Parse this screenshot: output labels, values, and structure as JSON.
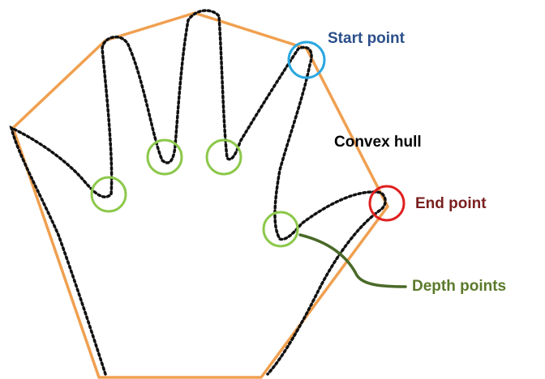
{
  "labels": {
    "start_point": "Start point",
    "convex_hull": "Convex hull",
    "end_point": "End point",
    "depth_points": "Depth points"
  },
  "colors": {
    "hull": "#f0a050",
    "contour": "#111111",
    "start": "#2aa7e0",
    "end": "#e02020",
    "depth": "#8cc84b",
    "start_text": "#2b4f8a",
    "hull_text": "#000000",
    "end_text": "#7a2020",
    "depth_text": "#5a7a2a",
    "leader": "#4a6a28"
  }
}
